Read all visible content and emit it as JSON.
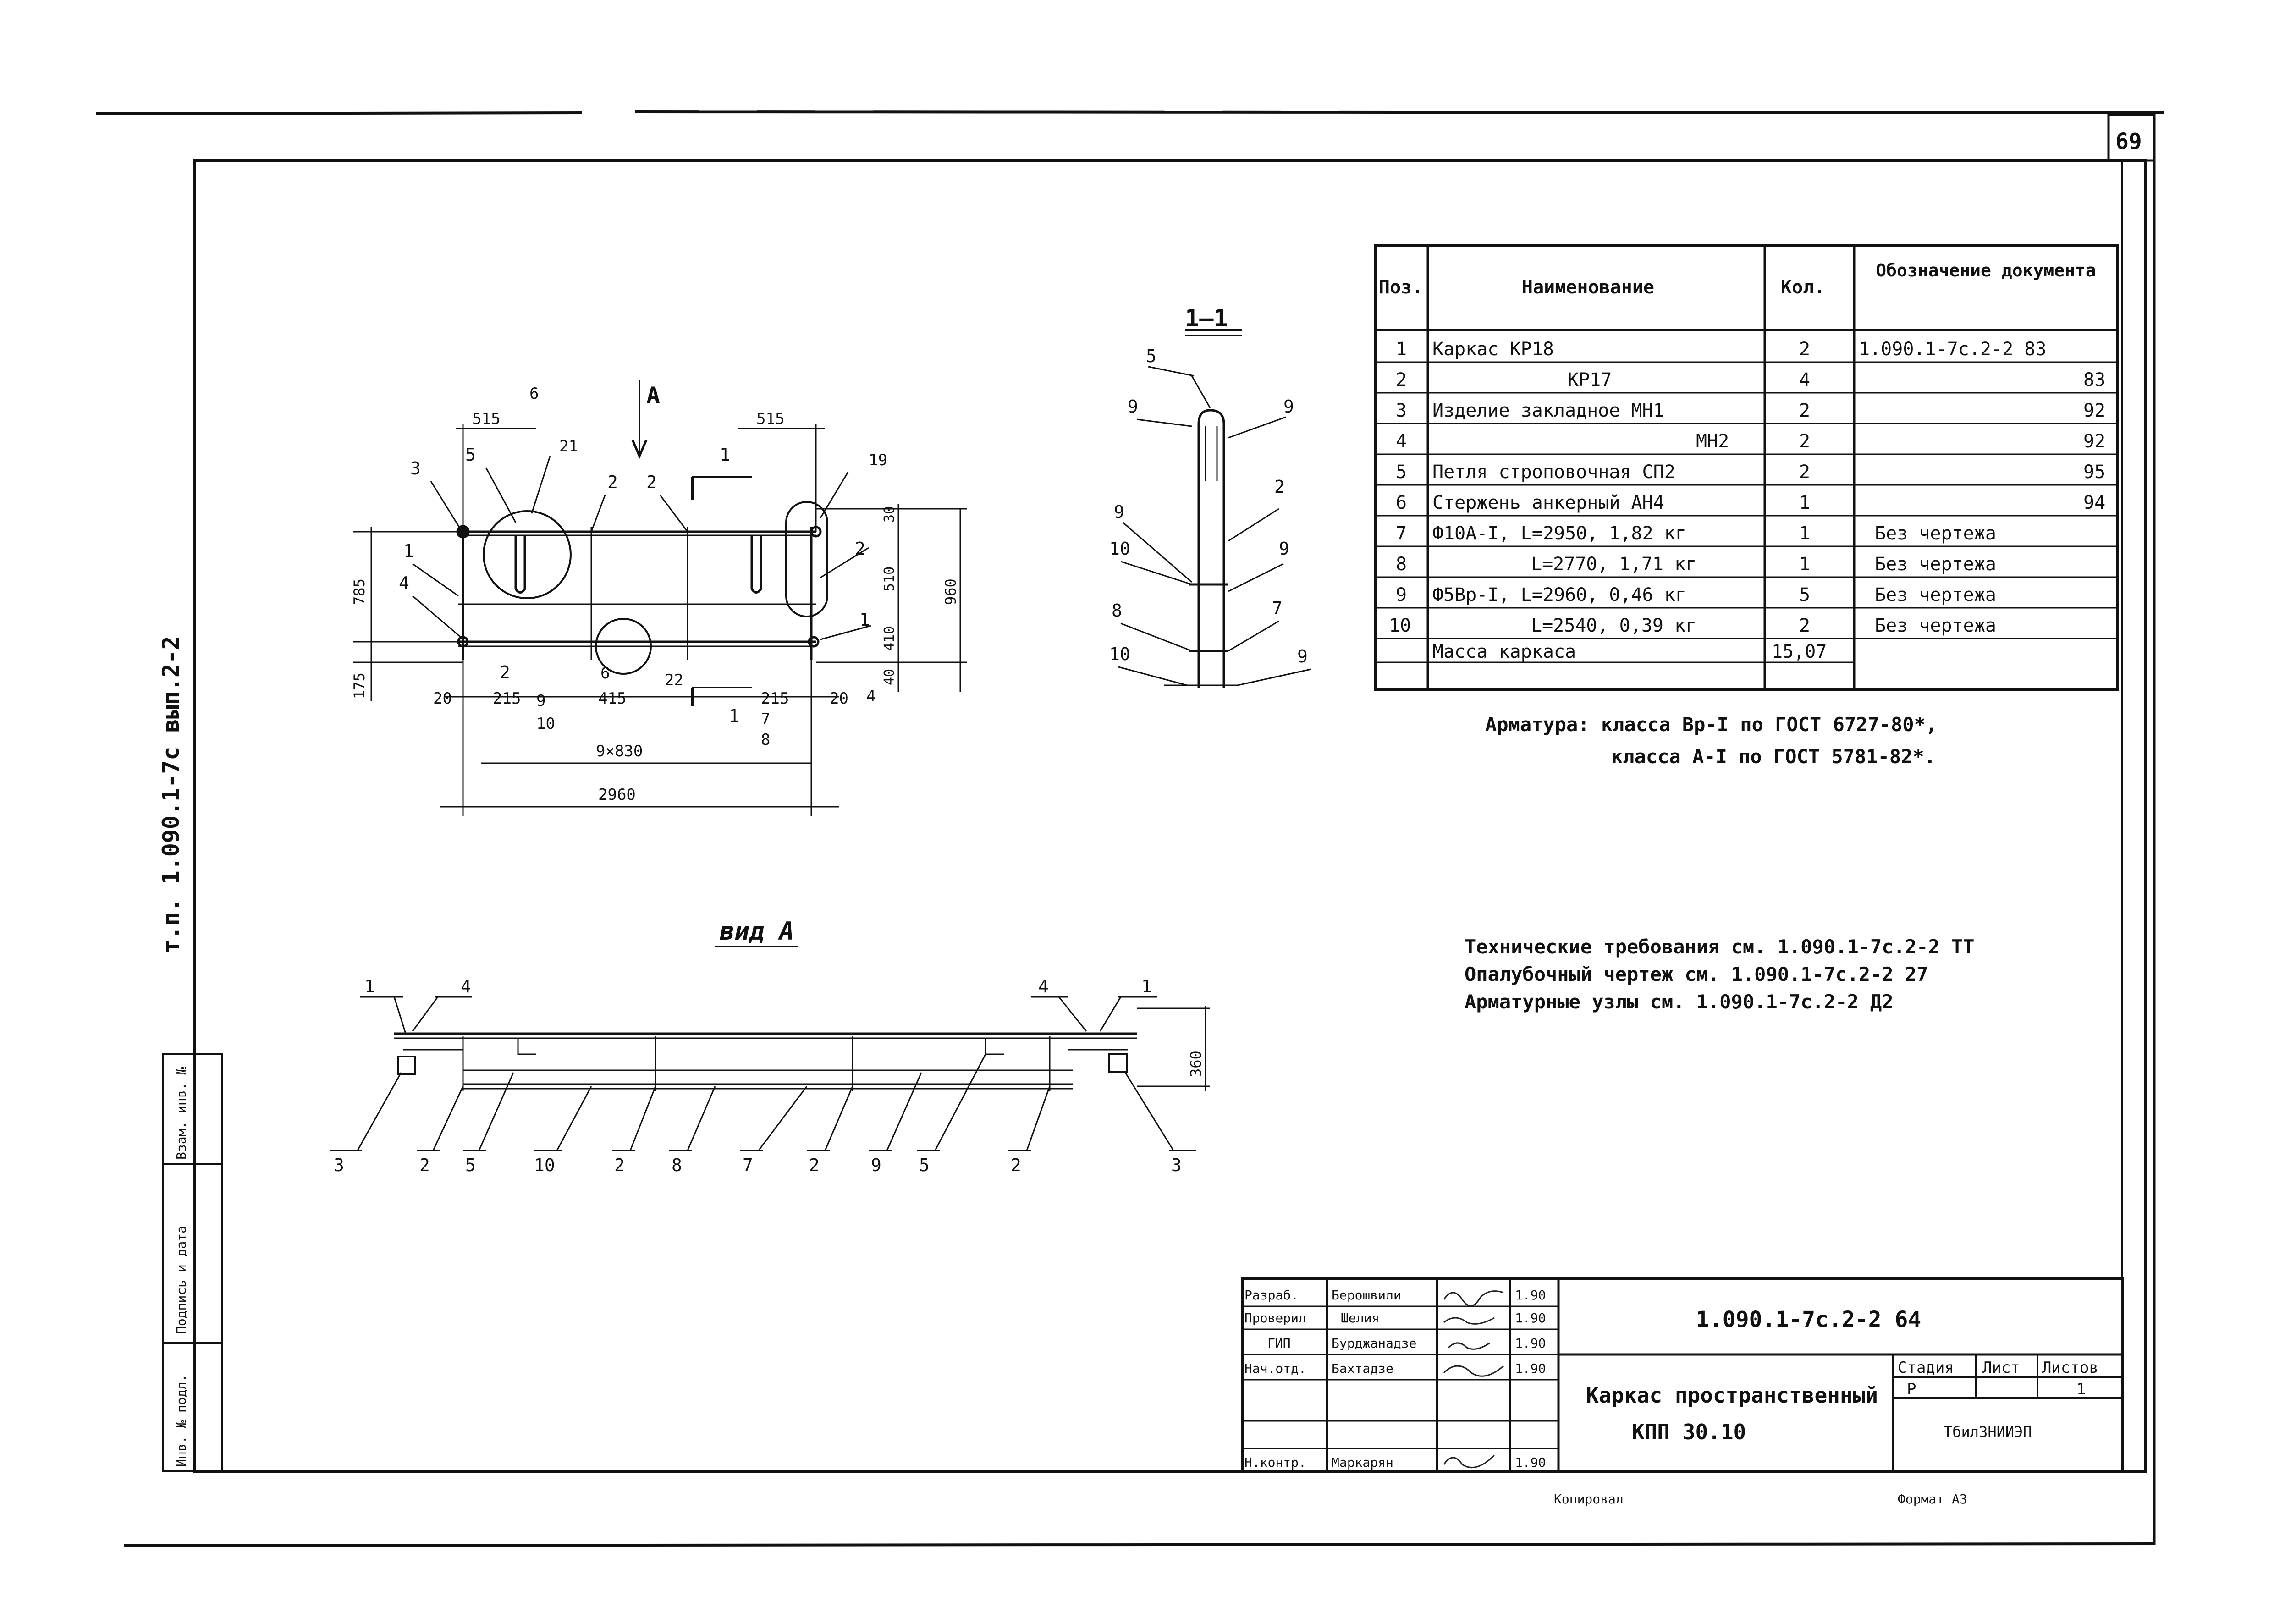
{
  "sheet_number": "69",
  "side_stamp": "т.п. 1.090.1-7с вып.2-2",
  "side_columns": [
    "Взам. инв. №",
    "Подпись и дата",
    "Инв. № подл."
  ],
  "spec_table": {
    "headers": [
      "Поз.",
      "Наименование",
      "Кол.",
      "Обозначение документа"
    ],
    "rows": [
      {
        "pos": "1",
        "name": "Каркас КР18",
        "qty": "2",
        "doc": "1.090.1-7с.2-2 83"
      },
      {
        "pos": "2",
        "name": "КР17",
        "qty": "4",
        "doc": "83"
      },
      {
        "pos": "3",
        "name": "Изделие закладное МН1",
        "qty": "2",
        "doc": "92"
      },
      {
        "pos": "4",
        "name": "МН2",
        "qty": "2",
        "doc": "92"
      },
      {
        "pos": "5",
        "name": "Петля строповочная СП2",
        "qty": "2",
        "doc": "95"
      },
      {
        "pos": "6",
        "name": "Стержень анкерный АН4",
        "qty": "1",
        "doc": "94"
      },
      {
        "pos": "7",
        "name": "Ф10А-I, L=2950, 1,82 кг",
        "qty": "1",
        "doc": "Без чертежа"
      },
      {
        "pos": "8",
        "name": "L=2770, 1,71 кг",
        "qty": "1",
        "doc": "Без чертежа"
      },
      {
        "pos": "9",
        "name": "Ф5Вр-I, L=2960, 0,46 кг",
        "qty": "5",
        "doc": "Без чертежа"
      },
      {
        "pos": "10",
        "name": "L=2540, 0,39 кг",
        "qty": "2",
        "doc": "Без чертежа"
      },
      {
        "pos": "",
        "name": "Масса каркаса",
        "qty": "15,07",
        "doc": ""
      }
    ]
  },
  "armature_note": {
    "line1": "Арматура: класса Вр-I по ГОСТ 6727-80*,",
    "line2": "класса А-I по ГОСТ 5781-82*."
  },
  "notes": [
    "Технические требования см. 1.090.1-7с.2-2 ТТ",
    "Опалубочный чертеж см. 1.090.1-7с.2-2 27",
    "Арматурные узлы см. 1.090.1-7с.2-2 Д2"
  ],
  "section_label": "1—1",
  "view_label": "вид А",
  "view_arrow": "А",
  "cut_label": "1",
  "plan_dims": {
    "d515a": "515",
    "d515b": "515",
    "d6": "6",
    "d21": "21",
    "d19": "19",
    "d30": "30",
    "d510": "510",
    "d410": "410",
    "d40": "40",
    "d960": "960",
    "d785": "785",
    "d175": "175",
    "d20a": "20",
    "d215a": "215",
    "d9": "9",
    "d10": "10",
    "d6b": "6",
    "d415": "415",
    "d22": "22",
    "d215b": "215",
    "d7": "7",
    "d8": "8",
    "d20b": "20",
    "d4": "4",
    "d9x830": "9×830",
    "d2960": "2960"
  },
  "plan_positions": [
    "3",
    "5",
    "2",
    "2",
    "1",
    "4",
    "2",
    "2",
    "1"
  ],
  "section_positions": [
    "5",
    "9",
    "9",
    "2",
    "9",
    "10",
    "9",
    "8",
    "7",
    "10",
    "9"
  ],
  "view_positions": {
    "top": [
      "1",
      "4",
      "4",
      "1"
    ],
    "bottom": [
      "3",
      "2",
      "5",
      "10",
      "2",
      "8",
      "7",
      "2",
      "9",
      "5",
      "2",
      "3"
    ],
    "dim": "360"
  },
  "title_block": {
    "code": "1.090.1-7с.2-2 64",
    "title_line1": "Каркас пространственный",
    "title_line2": "КПП 30.10",
    "roles": [
      {
        "role": "Разраб.",
        "name": "Берошвили",
        "date": "1.90"
      },
      {
        "role": "Проверил",
        "name": "Шелия",
        "date": "1.90"
      },
      {
        "role": "ГИП",
        "name": "Бурджанадзе",
        "date": "1.90"
      },
      {
        "role": "Нач.отд.",
        "name": "Бахтадзе",
        "date": "1.90"
      },
      {
        "role": "",
        "name": "",
        "date": ""
      },
      {
        "role": "",
        "name": "",
        "date": ""
      },
      {
        "role": "Н.контр.",
        "name": "Маркарян",
        "date": "1.90"
      }
    ],
    "stage_header": "Стадия",
    "sheet_header": "Лист",
    "sheets_header": "Листов",
    "stage": "Р",
    "sheet": "",
    "sheets": "1",
    "org": "ТбилЗНИИЭП"
  },
  "footer_copied": "Копировал",
  "footer_format": "Формат А3"
}
